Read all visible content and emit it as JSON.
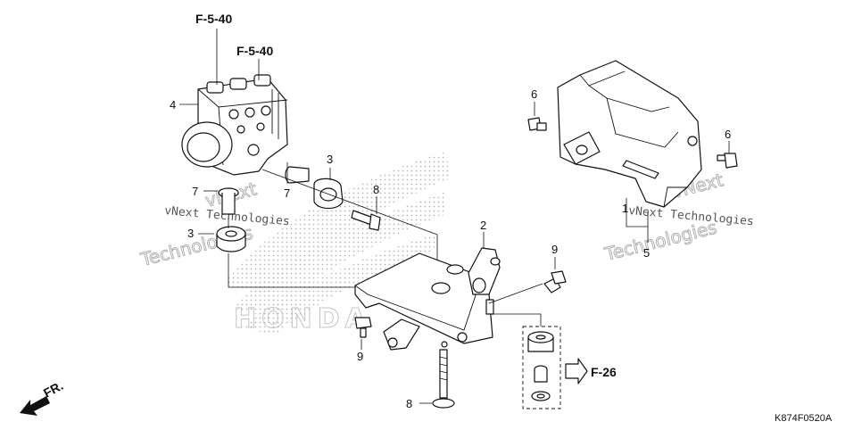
{
  "references": {
    "f540_a": "F-5-40",
    "f540_b": "F-5-40",
    "f26": "F-26"
  },
  "callouts": {
    "c4": "4",
    "c3_right": "3",
    "c3_left": "3",
    "c7_left": "7",
    "c7_right": "7",
    "c8_top": "8",
    "c8_bottom": "8",
    "c2": "2",
    "c9_right": "9",
    "c9_left": "9",
    "c6_left": "6",
    "c6_right": "6",
    "c1": "1",
    "c5": "5"
  },
  "front_label": "FR.",
  "diagram_code": "K874F0520A",
  "watermarks": {
    "left_small": "vNext Technologies",
    "left_large": "Technologies",
    "left_large_top": "vNext",
    "right_small": "vNext Technologies",
    "right_large": "Technologies",
    "right_large_top": "vNext"
  },
  "brand_watermark": "HONDA"
}
